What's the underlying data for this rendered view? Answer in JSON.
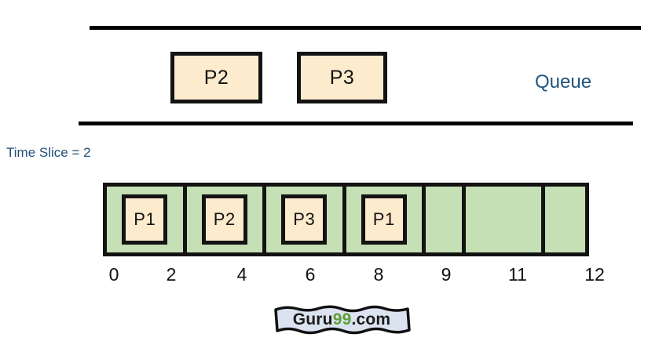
{
  "queue": {
    "label": "Queue",
    "boxes": [
      {
        "label": "P2"
      },
      {
        "label": "P3"
      }
    ]
  },
  "time_slice": {
    "caption": "Time Slice = 2"
  },
  "gantt": {
    "cells": [
      {
        "label": "P1",
        "start": 0,
        "end": 2
      },
      {
        "label": "P2",
        "start": 2,
        "end": 4
      },
      {
        "label": "P3",
        "start": 4,
        "end": 6
      },
      {
        "label": "P1",
        "start": 6,
        "end": 8
      },
      {
        "label": "",
        "start": 8,
        "end": 9
      },
      {
        "label": "",
        "start": 9,
        "end": 11
      },
      {
        "label": "",
        "start": 11,
        "end": 12
      }
    ],
    "ticks": [
      "0",
      "2",
      "4",
      "6",
      "8",
      "9",
      "11",
      "12"
    ],
    "tick_x": [
      145,
      218,
      308,
      395,
      482,
      568,
      659,
      757
    ]
  },
  "watermark": {
    "part1": "Guru",
    "part2": "99",
    "part3": ".com"
  },
  "colors": {
    "process_fill": "#FCEBCD",
    "timeline_fill": "#C5E0B4",
    "stroke": "#131313",
    "accent_text": "#1F4E79",
    "logo_green": "#5C9E31",
    "logo_bg": "#DCE3F0"
  }
}
